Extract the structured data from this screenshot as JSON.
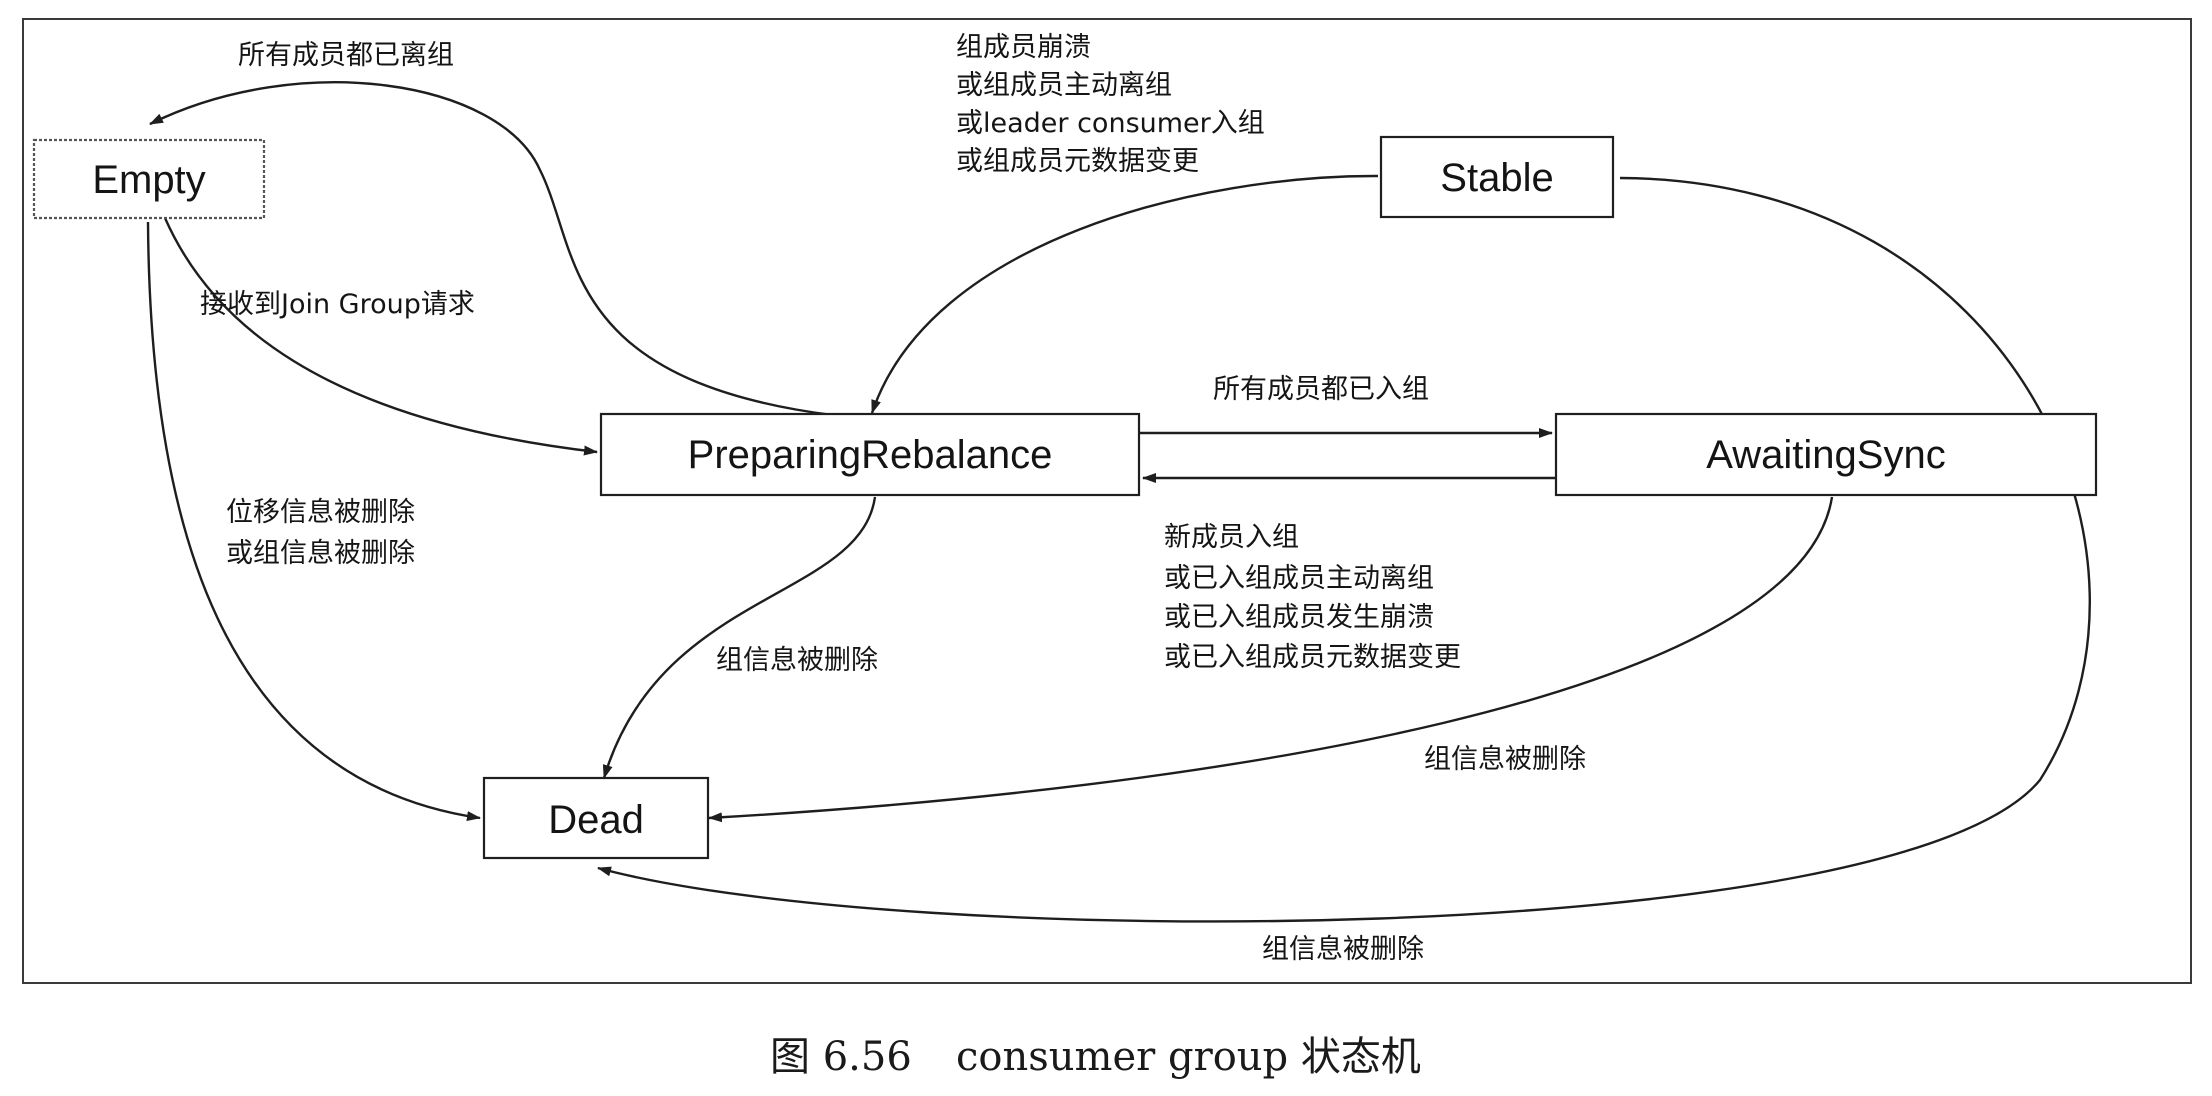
{
  "nodes": {
    "empty": "Empty",
    "stable": "Stable",
    "preparing_rebalance": "PreparingRebalance",
    "awaiting_sync": "AwaitingSync",
    "dead": "Dead"
  },
  "edges": {
    "preparing_to_empty": [
      "所有成员都已离组"
    ],
    "empty_to_preparing": [
      "接收到Join Group请求"
    ],
    "empty_to_dead": [
      "位移信息被删除",
      "或组信息被删除"
    ],
    "stable_to_preparing": [
      "组成员崩溃",
      "或组成员主动离组",
      "或leader consumer入组",
      "或组成员元数据变更"
    ],
    "preparing_to_awaiting": [
      "所有成员都已入组"
    ],
    "awaiting_to_preparing": [
      "新成员入组",
      "或已入组成员主动离组",
      "或已入组成员发生崩溃",
      "或已入组成员元数据变更"
    ],
    "preparing_to_dead": [
      "组信息被删除"
    ],
    "awaiting_to_dead": [
      "组信息被删除"
    ],
    "stable_to_dead": [
      "组信息被删除"
    ]
  },
  "caption": {
    "figure_number": "图 6.56",
    "title": "consumer group 状态机"
  }
}
